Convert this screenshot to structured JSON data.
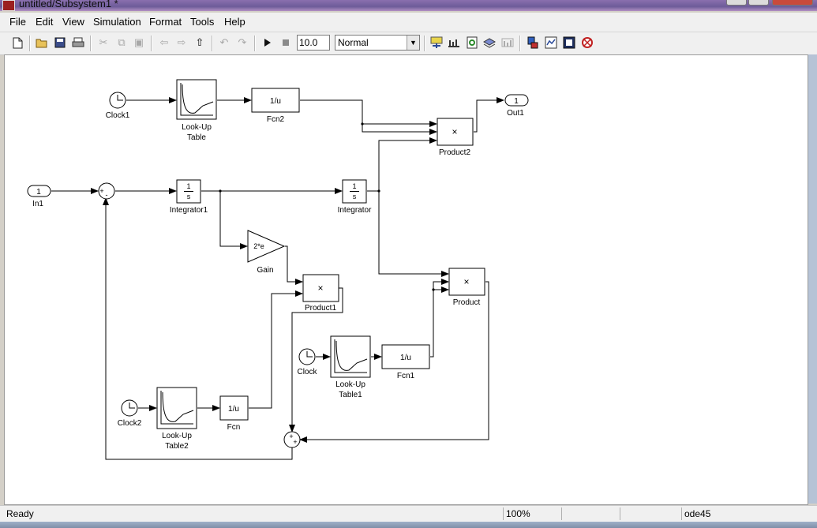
{
  "window": {
    "title": "untitled/Subsystem1 *"
  },
  "menu": [
    "File",
    "Edit",
    "View",
    "Simulation",
    "Format",
    "Tools",
    "Help"
  ],
  "toolbar": {
    "icons": [
      "new-model-icon",
      "open-icon",
      "save-icon",
      "print-icon",
      "cut-icon",
      "copy-icon",
      "paste-icon",
      "back-icon",
      "forward-icon",
      "up-icon",
      "undo-icon",
      "redo-icon",
      "run-icon",
      "stop-icon",
      "build-icon",
      "update-icon",
      "refresh-icon",
      "library-browser-icon",
      "model-explorer-icon",
      "debugger-icon",
      "signal-icon",
      "profiler-icon",
      "advisor-icon",
      "target-icon"
    ],
    "stop_time": "10.0",
    "sim_mode": "Normal"
  },
  "blocks": {
    "clock1": "Clock1",
    "clock": "Clock",
    "clock2": "Clock2",
    "lookup_line1": "Look-Up",
    "lookup_line2": "Table",
    "lookup1_line1": "Look-Up",
    "lookup1_line2": "Table1",
    "lookup2_line1": "Look-Up",
    "lookup2_line2": "Table2",
    "fcn2_expr": "1/u",
    "fcn2": "Fcn2",
    "fcn1_expr": "1/u",
    "fcn1": "Fcn1",
    "fcn_expr": "1/u",
    "fcn": "Fcn",
    "product2": "Product2",
    "product1": "Product1",
    "product": "Product",
    "product_op": "×",
    "out1_port": "1",
    "out1": "Out1",
    "in1_port": "1",
    "in1": "In1",
    "integrator1": "Integrator1",
    "integrator": "Integrator",
    "int_num": "1",
    "int_den": "s",
    "gain_expr": "2*e",
    "gain": "Gain"
  },
  "status": {
    "state": "Ready",
    "zoom": "100%",
    "solver": "ode45"
  }
}
